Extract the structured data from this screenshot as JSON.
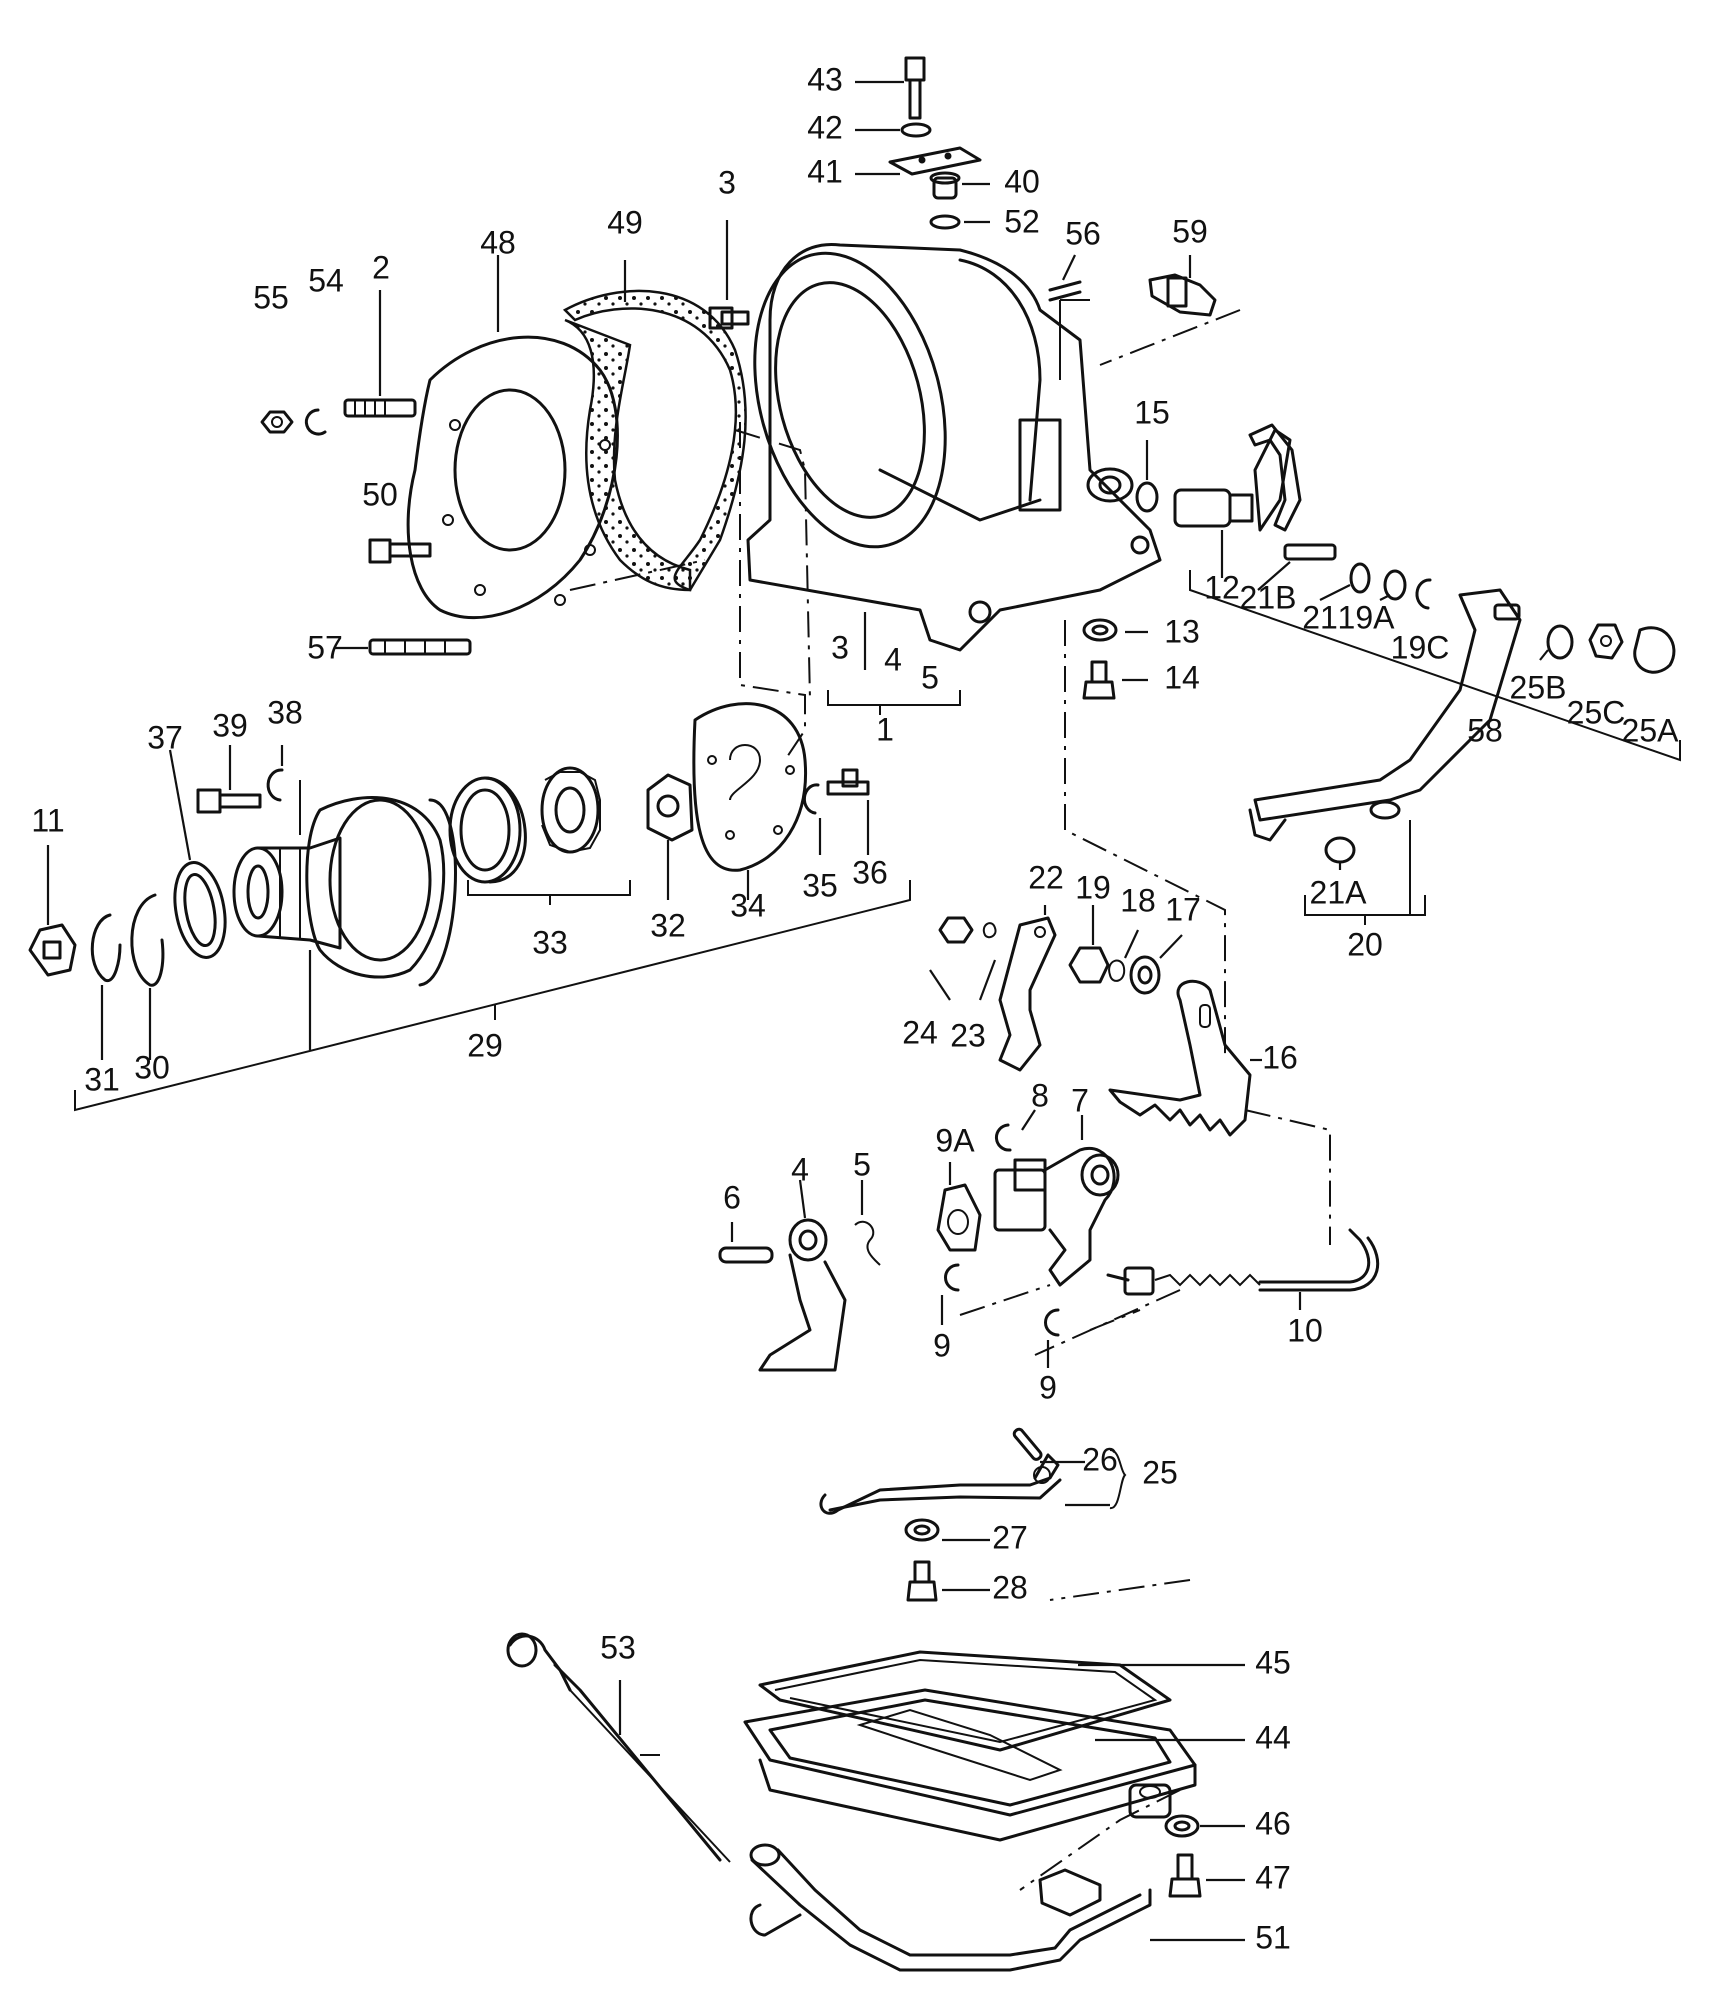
{
  "labels": {
    "p1": "1",
    "p2": "2",
    "p3a": "3",
    "p3b": "3",
    "p4a": "4",
    "p4b": "4",
    "p5a": "5",
    "p5b": "5",
    "p6": "6",
    "p7": "7",
    "p8": "8",
    "p9a": "9",
    "p9b": "9",
    "p9A": "9A",
    "p10": "10",
    "p11": "11",
    "p12": "12",
    "p13": "13",
    "p14": "14",
    "p15": "15",
    "p16": "16",
    "p17": "17",
    "p18": "18",
    "p19": "19",
    "p19A": "19A",
    "p19C": "19C",
    "p20": "20",
    "p21": "21",
    "p21A": "21A",
    "p21B": "21B",
    "p22": "22",
    "p23": "23",
    "p24": "24",
    "p25": "25",
    "p25A": "25A",
    "p25B": "25B",
    "p25C": "25C",
    "p26": "26",
    "p27": "27",
    "p28": "28",
    "p29": "29",
    "p30": "30",
    "p31": "31",
    "p32": "32",
    "p33": "33",
    "p34": "34",
    "p35": "35",
    "p36": "36",
    "p37": "37",
    "p38": "38",
    "p39": "39",
    "p40": "40",
    "p41": "41",
    "p42": "42",
    "p43": "43",
    "p44": "44",
    "p45": "45",
    "p46": "46",
    "p47": "47",
    "p48": "48",
    "p49": "49",
    "p50": "50",
    "p51": "51",
    "p52": "52",
    "p53": "53",
    "p54": "54",
    "p55": "55",
    "p56": "56",
    "p57": "57",
    "p58": "58",
    "p59": "59"
  }
}
